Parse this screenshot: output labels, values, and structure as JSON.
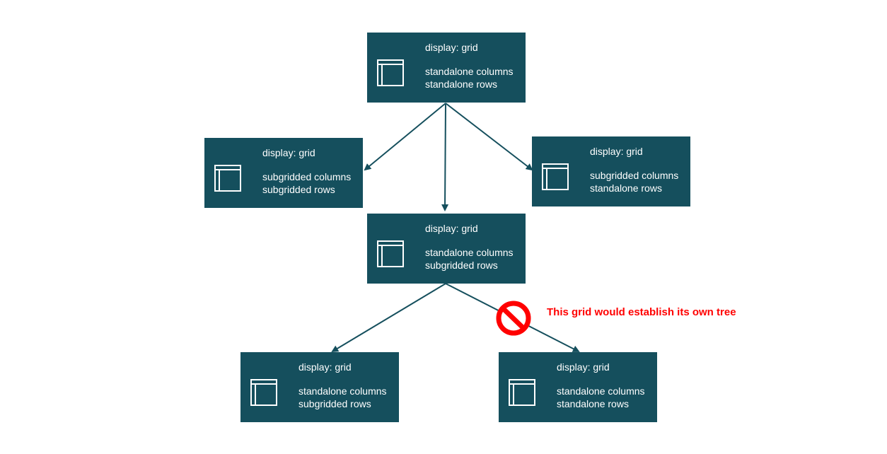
{
  "colors": {
    "node_fill": "#154f5d",
    "node_text": "#ffffff",
    "edge": "#154f5d",
    "warning": "#ff0000"
  },
  "nodes": [
    {
      "id": "root",
      "title": "display: grid",
      "line1": "standalone columns",
      "line2": "standalone rows",
      "icon": "grid-icon"
    },
    {
      "id": "left",
      "title": "display: grid",
      "line1": "subgridded columns",
      "line2": "subgridded rows",
      "icon": "grid-icon"
    },
    {
      "id": "right",
      "title": "display: grid",
      "line1": "subgridded columns",
      "line2": "standalone rows",
      "icon": "grid-icon"
    },
    {
      "id": "middle",
      "title": "display: grid",
      "line1": "standalone columns",
      "line2": "subgridded rows",
      "icon": "grid-icon"
    },
    {
      "id": "bottom-left",
      "title": "display: grid",
      "line1": "standalone columns",
      "line2": "subgridded rows",
      "icon": "grid-icon"
    },
    {
      "id": "bottom-right",
      "title": "display: grid",
      "line1": "standalone columns",
      "line2": "standalone rows",
      "icon": "grid-icon"
    }
  ],
  "edges": [
    {
      "from": "root",
      "to": "left"
    },
    {
      "from": "root",
      "to": "middle"
    },
    {
      "from": "root",
      "to": "right"
    },
    {
      "from": "middle",
      "to": "bottom-left"
    },
    {
      "from": "middle",
      "to": "bottom-right",
      "blocked": true
    }
  ],
  "annotation": {
    "text": "This grid would establish its own tree",
    "icon": "no-entry-icon"
  }
}
